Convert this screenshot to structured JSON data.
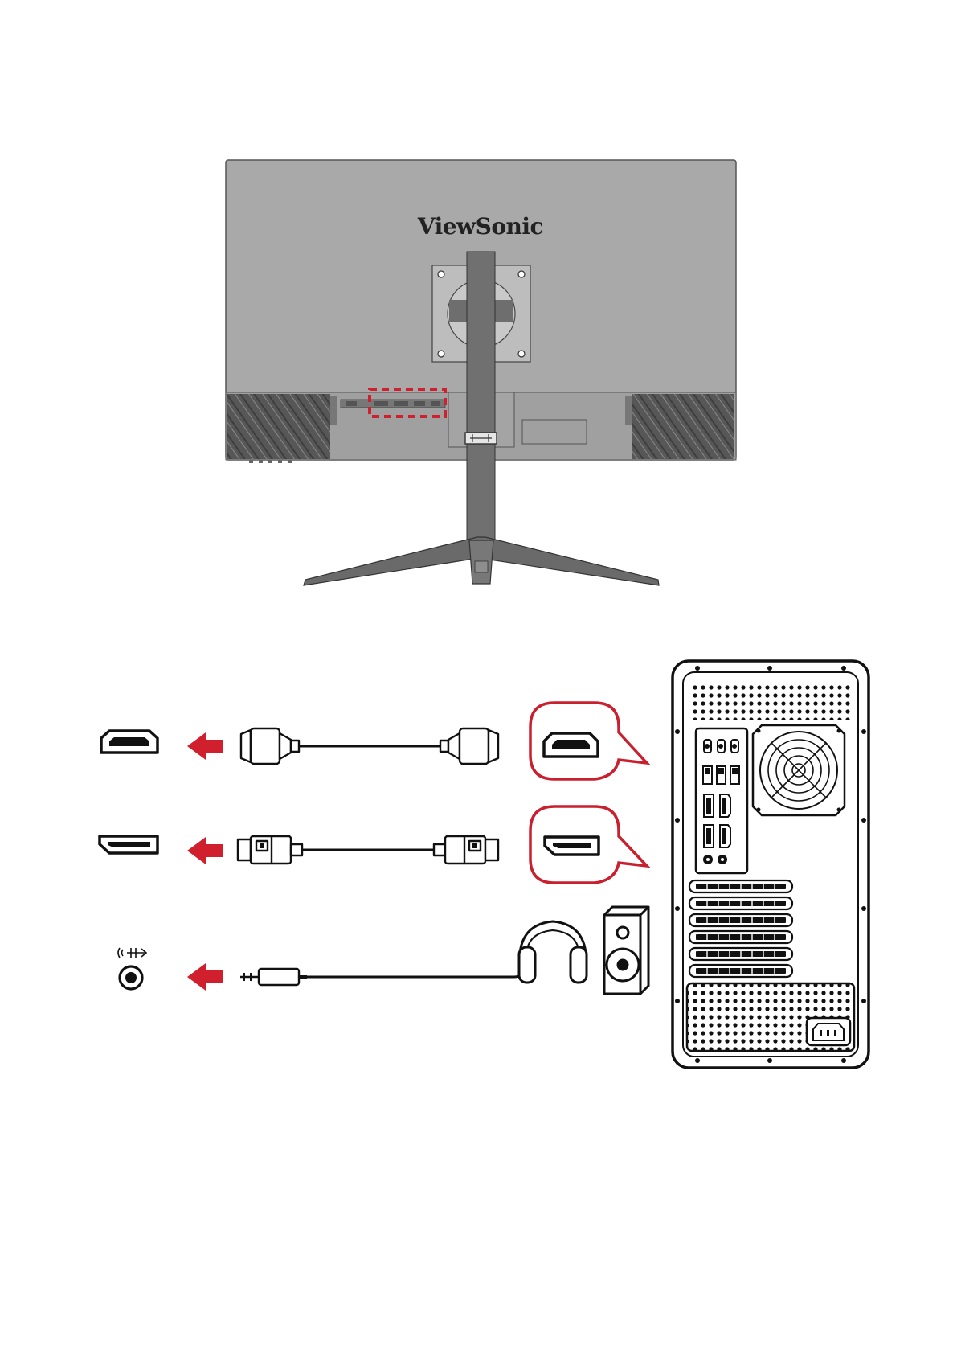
{
  "figure": {
    "title": "",
    "type": "connection-diagram"
  },
  "monitor": {
    "brand": "ViewSonic",
    "rear_ports": [
      "",
      "",
      "",
      "",
      ""
    ],
    "highlight_color": "#d0202e",
    "body_color": "#a8a8a8",
    "stand_color": "#6e6e6e"
  },
  "connections": [
    {
      "id": "hdmi",
      "port": "hdmi-port-icon",
      "cable": "hdmi-cable",
      "target": "pc-hdmi-port"
    },
    {
      "id": "displayport",
      "port": "displayport-port-icon",
      "cable": "displayport-cable",
      "target": "pc-displayport-port"
    },
    {
      "id": "audio",
      "port": "audio-out-jack-icon",
      "cable": "audio-cable-3-5mm",
      "target": "headphones-and-speaker"
    }
  ],
  "colors": {
    "arrow": "#d0202e",
    "callout": "#c8202e",
    "line": "#111111"
  }
}
